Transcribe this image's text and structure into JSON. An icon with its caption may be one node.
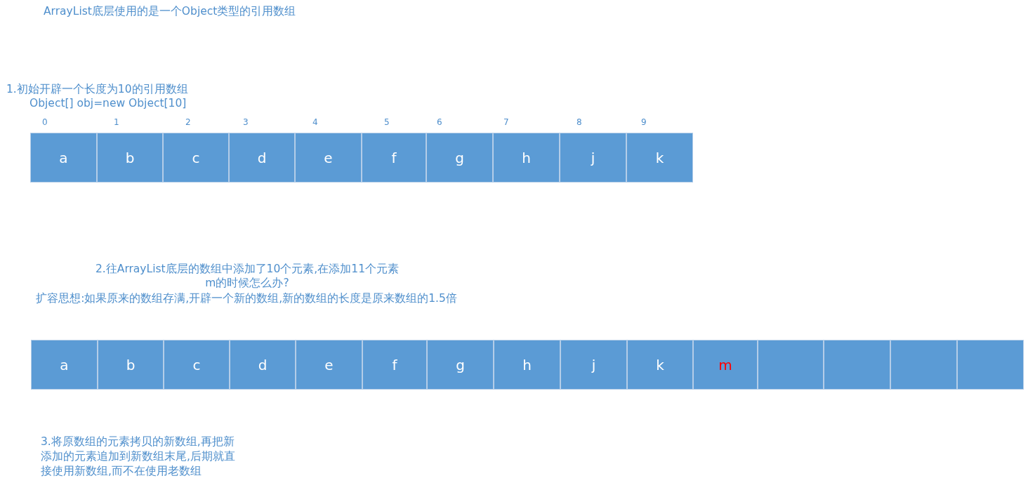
{
  "diagram": {
    "title": "ArrayList底层使用的是一个Object类型的引用数组",
    "nodes": [
      {
        "text": [
          "a"
        ]
      },
      {
        "text": [
          "b"
        ]
      },
      {
        "text": [
          "c"
        ]
      },
      {
        "text": [
          "d"
        ]
      },
      {
        "text": [
          "e"
        ]
      },
      {
        "text": [
          "f"
        ]
      },
      {
        "text": [
          "g"
        ]
      },
      {
        "text": [
          "h"
        ]
      },
      {
        "text": [
          "j"
        ]
      },
      {
        "text": [
          "k"
        ]
      },
      {
        "text": [
          "a"
        ]
      },
      {
        "text": [
          "b"
        ]
      },
      {
        "text": [
          "c"
        ]
      },
      {
        "text": [
          "d"
        ]
      },
      {
        "text": [
          "e"
        ]
      },
      {
        "text": [
          "f"
        ]
      },
      {
        "text": [
          "g"
        ]
      },
      {
        "text": [
          "h"
        ]
      },
      {
        "text": [
          "j"
        ]
      },
      {
        "text": [
          "k"
        ]
      },
      {
        "text": [
          "m"
        ]
      },
      {
        "text": [],
        "shape": "box"
      },
      {
        "text": [],
        "shape": "box"
      },
      {
        "text": [],
        "shape": "box"
      },
      {
        "text": [],
        "shape": "box"
      }
    ],
    "edges": [],
    "labels": [
      "1.初始开辟一个长度为10的引用数组",
      "Object[] obj=new Object[10]",
      "0",
      "1",
      "2",
      "3",
      "4",
      "5",
      "6",
      "7",
      "8",
      "9",
      "2.往ArrayList底层的数组中添加了10个元素,在添加11个元素m的时候怎么办?",
      "扩容思想:如果原来的数组存满,开辟一个新的数组,新的数组的长度是原来数组的1.5倍",
      "3.将原数组的元素拷贝的新数组,再把新添加的元素追加到新数组末尾,后期就直接使用新数组,而不在使用老数组"
    ]
  }
}
